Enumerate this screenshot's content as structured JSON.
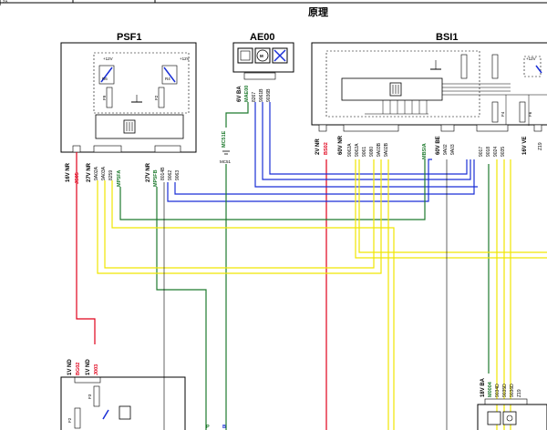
{
  "header": {
    "title": "原理",
    "top_left": "2A"
  },
  "modules": {
    "psf1": {
      "title": "PSF1",
      "fuses": [
        "F9",
        "F2"
      ],
      "relays": [
        "R6",
        "R4"
      ],
      "voltage": "+12V"
    },
    "ae00": {
      "title": "AE00"
    },
    "bsi1": {
      "title": "BSI1",
      "fuses": [
        "F4",
        "F6"
      ],
      "voltage": "+12V"
    },
    "lower_left": {
      "fuses": [
        "F2",
        "F3"
      ]
    }
  },
  "connectors": {
    "psf1_16v": "16V NR",
    "psf1_27v_a": "27V NR",
    "psf1_27v_b": "27V NR",
    "ae00_6v": "6V BA",
    "bsi1_2v": "2V NR",
    "bsi1_60v_nr": "60V NR",
    "bsi1_60v_be": "60V BE",
    "bsi1_16v_ve": "16V VE",
    "ll_1v_nd": "1V ND",
    "ll_1v_nd2": "1V ND",
    "lr_18v_ba": "18V BA"
  },
  "wire_labels": {
    "psf1_red": "JS05",
    "psf1_a": "9A02A",
    "psf1_b": "9A03A",
    "psf1_c": "8259",
    "psf1_green": "MP5FA",
    "psf1_d": "8014B",
    "psf1_e": "9062",
    "psf1_f": "9063",
    "psf1_green2": "MP5FB",
    "ae00_green": "MAE00",
    "ae00_a": "8267",
    "ae00_b": "9061B",
    "ae00_c": "9036B",
    "mc51e": "MC51E",
    "mc51e_sub": "MC51",
    "bsi1_red": "BS02",
    "bsi1_a": "9062A",
    "bsi1_b": "9062A",
    "bsi1_c": "9061",
    "bsi1_d": "9080",
    "bsi1_e": "9A03B",
    "bsi1_f": "9A02B",
    "bsi1_green": "MBSIA",
    "bsi1_g": "9A02",
    "bsi1_h": "9A03",
    "bsi1_i": "9017",
    "bsi1_j": "9018",
    "bsi1_k": "9024",
    "bsi1_l": "9035",
    "bsi1_m": "Z19",
    "ll_red1": "BG02",
    "ll_red2": "J003",
    "lr_green": "M0004",
    "lr_a": "9034D",
    "lr_b": "9035D",
    "lr_c": "9036D",
    "lr_d": "Z19",
    "bottom_p": "P",
    "bottom_b": "B"
  },
  "colors": {
    "red": "#e0001a",
    "yellow": "#f0e600",
    "blue": "#1a2fd6",
    "green": "#1e7a2e",
    "frame": "#000000",
    "module_fill": "#ffffff"
  }
}
